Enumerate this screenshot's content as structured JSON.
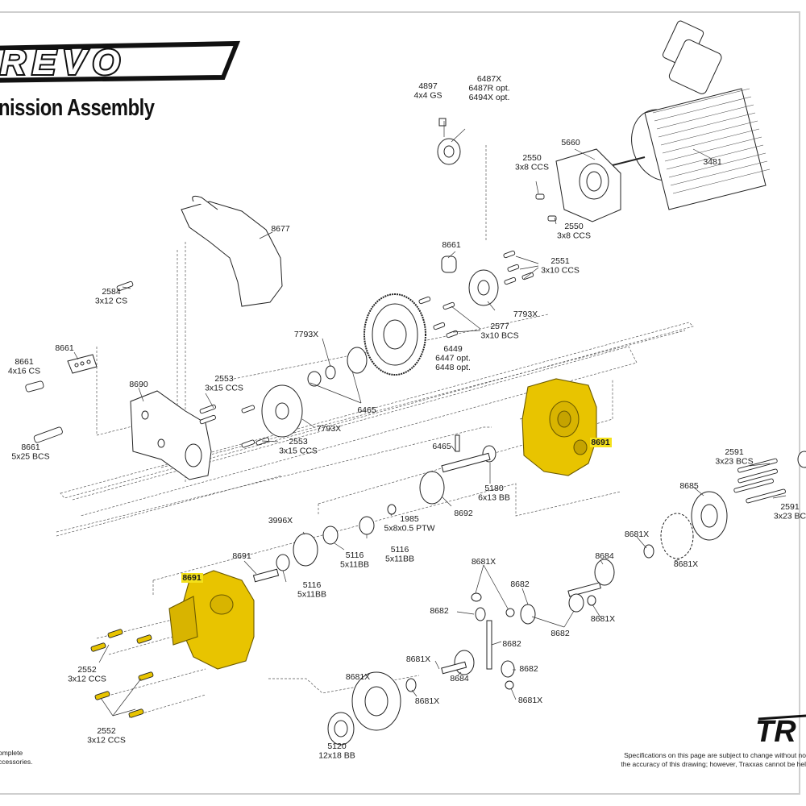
{
  "brand": {
    "logo_text": "REVO"
  },
  "title": "nission Assembly",
  "labels": {
    "4897": [
      "4897",
      "4x4 GS"
    ],
    "6487X": [
      "6487X",
      "6487R opt.",
      "6494X opt."
    ],
    "5660": [
      "5660"
    ],
    "3481": [
      "3481"
    ],
    "2550a": [
      "2550",
      "3x8 CCS"
    ],
    "2550b": [
      "2550",
      "3x8 CCS"
    ],
    "8677": [
      "8677"
    ],
    "2584": [
      "2584",
      "3x12 CS"
    ],
    "8661a": [
      "8661"
    ],
    "2551": [
      "2551",
      "3x10 CCS"
    ],
    "7793Xa": [
      "7793X"
    ],
    "2577": [
      "2577",
      "3x10 BCS"
    ],
    "6449": [
      "6449",
      "6447 opt.",
      "6448 opt."
    ],
    "7793Xb": [
      "7793X"
    ],
    "8661b": [
      "8661"
    ],
    "8661c": [
      "8661",
      "4x16 CS"
    ],
    "8690": [
      "8690"
    ],
    "2553a": [
      "2553",
      "3x15 CCS"
    ],
    "6465a": [
      "6465"
    ],
    "7793Xc": [
      "7793X"
    ],
    "8661d": [
      "8661",
      "5x25 BCS"
    ],
    "2553b": [
      "2553",
      "3x15 CCS"
    ],
    "8691a": [
      "8691"
    ],
    "6465b": [
      "6465"
    ],
    "5180": [
      "5180",
      "6x13 BB"
    ],
    "8692": [
      "8692"
    ],
    "2591a": [
      "2591",
      "3x23 BCS"
    ],
    "8685": [
      "8685"
    ],
    "2591b": [
      "2591",
      "3x23 BC"
    ],
    "3996X": [
      "3996X"
    ],
    "1985": [
      "1985",
      "5x8x0.5 PTW"
    ],
    "5116a": [
      "5116",
      "5x11BB"
    ],
    "5116b": [
      "5116",
      "5x11BB"
    ],
    "8691b": [
      "8691"
    ],
    "5116c": [
      "5116",
      "5x11BB"
    ],
    "8691c": [
      "8691"
    ],
    "8681Xa": [
      "8681X"
    ],
    "8681Xb": [
      "8681X"
    ],
    "8681Xc": [
      "8681X"
    ],
    "8684a": [
      "8684"
    ],
    "8682a": [
      "8682"
    ],
    "8682b": [
      "8682"
    ],
    "8681Xd": [
      "8681X"
    ],
    "8682c": [
      "8682"
    ],
    "8682d": [
      "8682"
    ],
    "2552a": [
      "2552",
      "3x12 CCS"
    ],
    "8681Xe": [
      "8681X"
    ],
    "8681Xf": [
      "8681X"
    ],
    "8684b": [
      "8684"
    ],
    "8682e": [
      "8682"
    ],
    "8681Xg": [
      "8681X"
    ],
    "8681Xh": [
      "8681X"
    ],
    "2552b": [
      "2552",
      "3x12 CCS"
    ],
    "5120": [
      "5120",
      "12x18 BB"
    ]
  },
  "highlighted_parts": [
    "8691a",
    "8691c"
  ],
  "footer": {
    "left_lines": [
      "omplete",
      "ccessories."
    ],
    "right_lines": [
      "Specifications on this page are subject to change without no",
      "the accuracy of this drawing; however, Traxxas cannot be hel"
    ],
    "logo_text": "TR"
  },
  "colors": {
    "highlight": "#f4e11a",
    "highlight_part": "#e8c400",
    "line": "#333333",
    "frame": "#cfcfcf"
  }
}
